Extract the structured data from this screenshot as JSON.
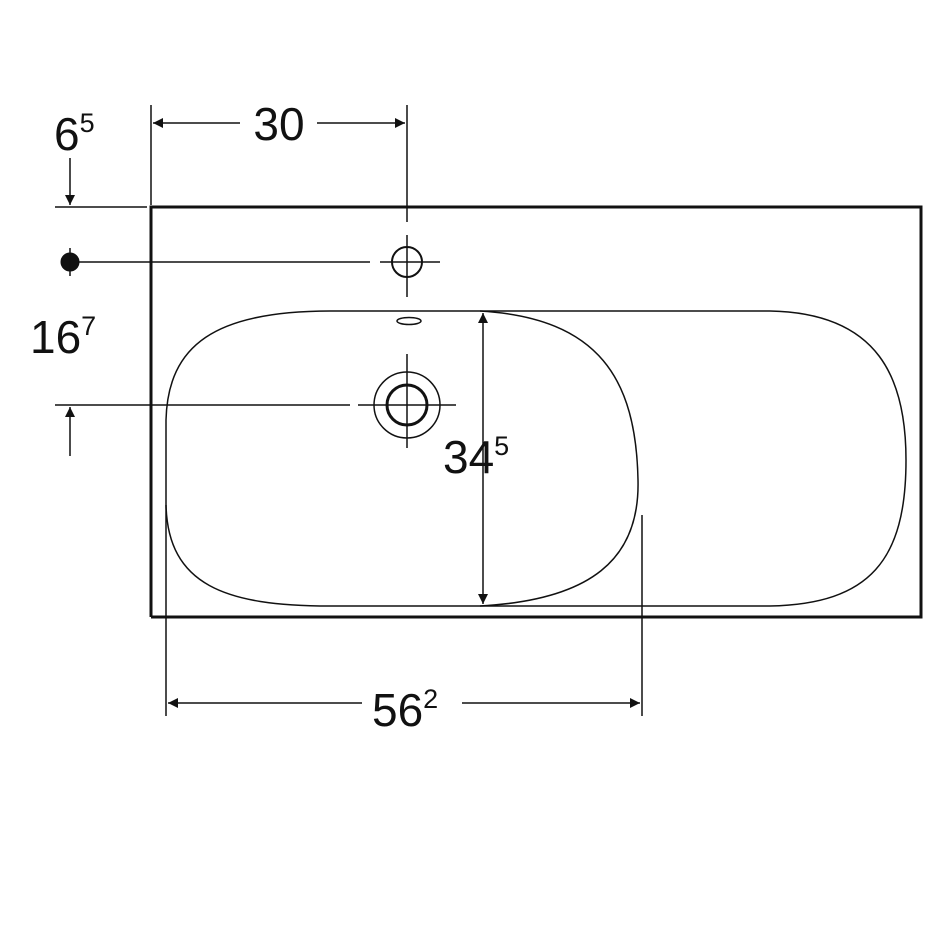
{
  "diagram": {
    "title": "",
    "colors": {
      "line": "#111111",
      "background": "#ffffff"
    },
    "dimensions": {
      "faucet_offset_x": {
        "main": "30",
        "sup": ""
      },
      "faucet_offset_y": {
        "main": "6",
        "sup": "5"
      },
      "drain_offset_y": {
        "main": "16",
        "sup": "7"
      },
      "bowl_depth": {
        "main": "34",
        "sup": "5"
      },
      "bowl_width": {
        "main": "56",
        "sup": "2"
      }
    }
  }
}
